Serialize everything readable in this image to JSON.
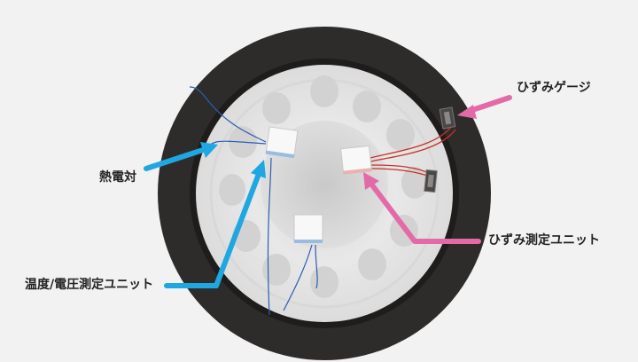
{
  "labels": {
    "thermocouple": "熱電対",
    "temp_voltage_unit": "温度/電圧測定ユニット",
    "strain_gauge": "ひずみゲージ",
    "strain_unit": "ひずみ測定ユニット"
  },
  "colors": {
    "background": "#f2f2f2",
    "tire": "#2e2c2b",
    "tire_edge": "#1e1c1b",
    "wheel": "#e6e6e6",
    "wheel_hole": "#d3d3d3",
    "hub": "#d0d0d0",
    "unit_box": "#f8f8f8",
    "wire_blue": "#2a5fb0",
    "wire_red": "#c8312a",
    "arrow_blue": "#1fa7e1",
    "arrow_pink": "#e46aa7"
  }
}
